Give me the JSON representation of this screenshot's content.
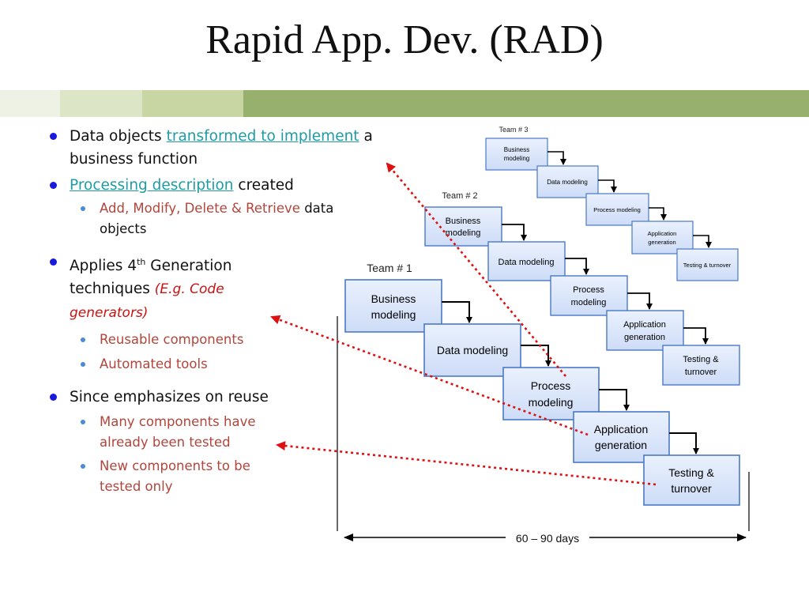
{
  "slide": {
    "title": "Rapid App. Dev. (RAD)",
    "band_colors": [
      "#eef2e4",
      "#dce6c6",
      "#c7d6a3",
      "#97b06e"
    ]
  },
  "bullets": {
    "b1": {
      "pre": "Data objects ",
      "link": "transformed to implement",
      "post": " a business function"
    },
    "b2": {
      "link": "Processing description",
      "post": " created"
    },
    "b2_sub1": {
      "colored": "Add, Modify, Delete & Retrieve",
      "post": " data objects"
    },
    "b3": {
      "pre": "Applies 4",
      "sup": "th",
      "post": " Generation techniques ",
      "example": "(E.g. Code generators)"
    },
    "b3_subs": [
      "Reusable components",
      "Automated tools"
    ],
    "b4": {
      "text": "Since emphasizes on reuse"
    },
    "b4_subs": [
      "Many components have already been tested",
      "New components to be tested only"
    ]
  },
  "diagram": {
    "team_labels": [
      "Team # 1",
      "Team # 2",
      "Team # 3"
    ],
    "team1": {
      "business_modeling": "Business modeling",
      "data_modeling": "Data modeling",
      "process_modeling": "Process modeling",
      "application_generation": "Application generation",
      "testing_turnover": "Testing & turnover"
    },
    "team2": {
      "business_modeling": "Business modeling",
      "data_modeling": "Data modeling",
      "process_modeling": "Process modeling",
      "application_generation": "Application generation",
      "testing_turnover": "Testing & turnover"
    },
    "team3": {
      "business_modeling": "Business modeling",
      "data_modeling": "Data modeling",
      "process_modeling": "Process modeling",
      "application_generation": "Application generation",
      "testing_turnover": "Testing & turnover"
    },
    "timeline_label": "60 – 90 days",
    "colors": {
      "box_fill": "#dde8fb",
      "box_stroke": "#4a79c6",
      "callout": "#dd1111"
    }
  }
}
